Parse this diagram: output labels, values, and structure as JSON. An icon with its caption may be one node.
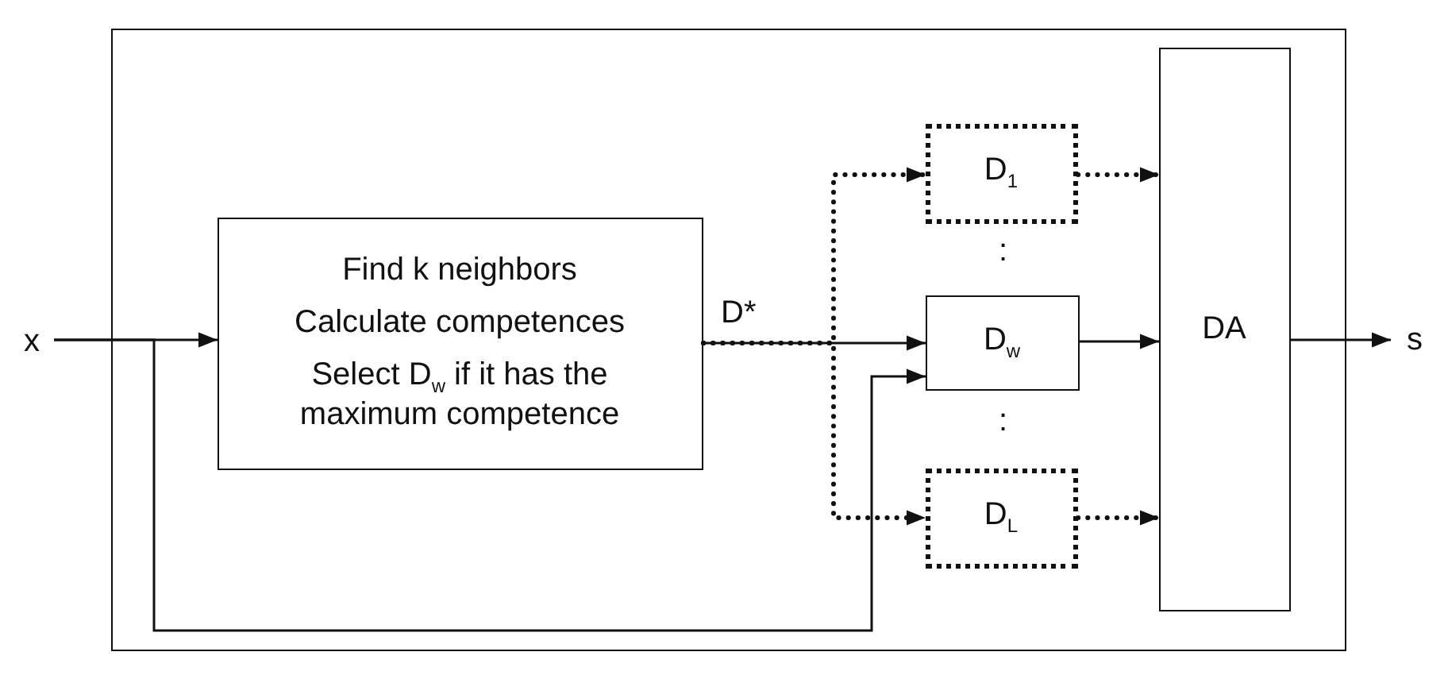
{
  "diagram": {
    "nodes": [
      {
        "text": [],
        "shape": "box"
      },
      {
        "text": [
          "x"
        ]
      },
      {
        "text": [
          "Find k neighbors",
          "Calculate competences",
          "Select D$_{w}$ if it has the maximum competence"
        ],
        "in": 0
      },
      {
        "text": [
          "D$_{1}$"
        ],
        "in": 0
      },
      {
        "text": [
          "D$_{w}$"
        ],
        "in": 0
      },
      {
        "text": [
          "D$_{L}$"
        ],
        "in": 0
      },
      {
        "text": [
          "DA"
        ],
        "in": 0
      },
      {
        "text": [
          "s"
        ]
      }
    ],
    "edges": [
      {
        "from": 1,
        "to": 2,
        "arrow": "to"
      },
      {
        "from": 1,
        "to": 4,
        "arrow": "to"
      },
      {
        "from": 2,
        "to": 4,
        "arrow": "to",
        "label": "D*"
      },
      {
        "from": 2,
        "to": 3,
        "arrow": "to",
        "style": "dashed"
      },
      {
        "from": 2,
        "to": 5,
        "arrow": "to",
        "style": "dashed"
      },
      {
        "from": 3,
        "to": 6,
        "arrow": "to",
        "style": "dashed"
      },
      {
        "from": 4,
        "to": 6,
        "arrow": "to"
      },
      {
        "from": 5,
        "to": 6,
        "arrow": "to",
        "style": "dashed"
      },
      {
        "from": 6,
        "to": 7,
        "arrow": "to"
      }
    ],
    "labels": [
      ":",
      ":"
    ]
  }
}
